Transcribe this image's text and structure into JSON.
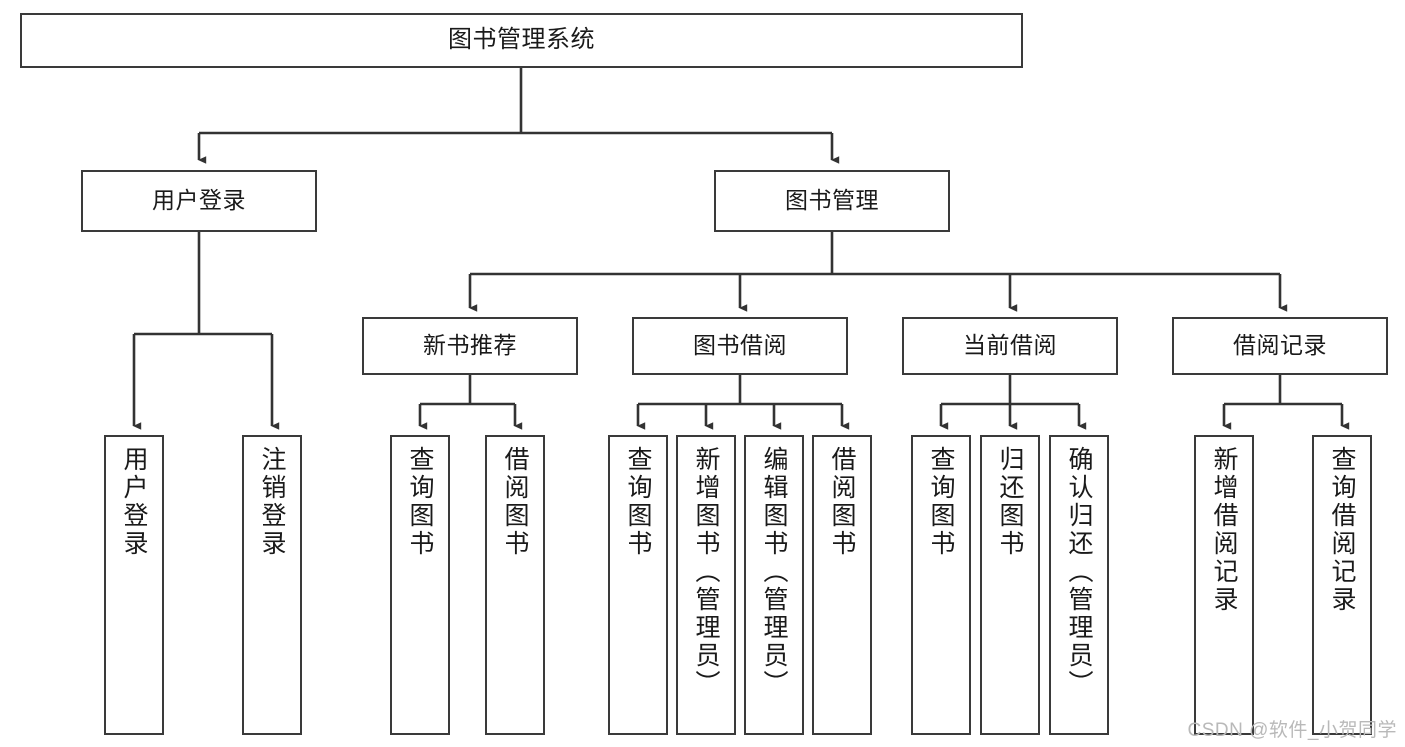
{
  "diagram": {
    "title": "图书管理系统",
    "watermark": "CSDN @软件_小贺同学",
    "colors": {
      "box_border": "#3a3a3a",
      "connector": "#333333",
      "background": "#ffffff",
      "text": "#1a1a1a",
      "watermark": "#b9b9b9"
    },
    "levels": {
      "level1": [
        "图书管理系统"
      ],
      "level2": [
        "用户登录",
        "图书管理"
      ],
      "level3": [
        "新书推荐",
        "图书借阅",
        "当前借阅",
        "借阅记录"
      ],
      "level4": [
        "用户登录",
        "注销登录",
        "查询图书",
        "借阅图书",
        "查询图书",
        "新增图书（管理员）",
        "编辑图书（管理员）",
        "借阅图书",
        "查询图书",
        "归还图书",
        "确认归还（管理员）",
        "新增借阅记录",
        "查询借阅记录"
      ]
    },
    "nodes": {
      "root": {
        "label": "图书管理系统"
      },
      "user_login": {
        "label": "用户登录"
      },
      "book_manage": {
        "label": "图书管理"
      },
      "new_book_rec": {
        "label": "新书推荐"
      },
      "book_borrow": {
        "label": "图书借阅"
      },
      "current_borrow": {
        "label": "当前借阅"
      },
      "borrow_record": {
        "label": "借阅记录"
      },
      "leaf_user_login": {
        "label": "用户登录"
      },
      "leaf_logout": {
        "label": "注销登录"
      },
      "leaf_query_book_1": {
        "label": "查询图书"
      },
      "leaf_borrow_book_1": {
        "label": "借阅图书"
      },
      "leaf_query_book_2": {
        "label": "查询图书"
      },
      "leaf_add_book": {
        "label": "新增图书（管理员）"
      },
      "leaf_edit_book": {
        "label": "编辑图书（管理员）"
      },
      "leaf_borrow_book_2": {
        "label": "借阅图书"
      },
      "leaf_query_book_3": {
        "label": "查询图书"
      },
      "leaf_return_book": {
        "label": "归还图书"
      },
      "leaf_confirm_return": {
        "label": "确认归还（管理员）"
      },
      "leaf_add_record": {
        "label": "新增借阅记录"
      },
      "leaf_query_record": {
        "label": "查询借阅记录"
      }
    }
  }
}
